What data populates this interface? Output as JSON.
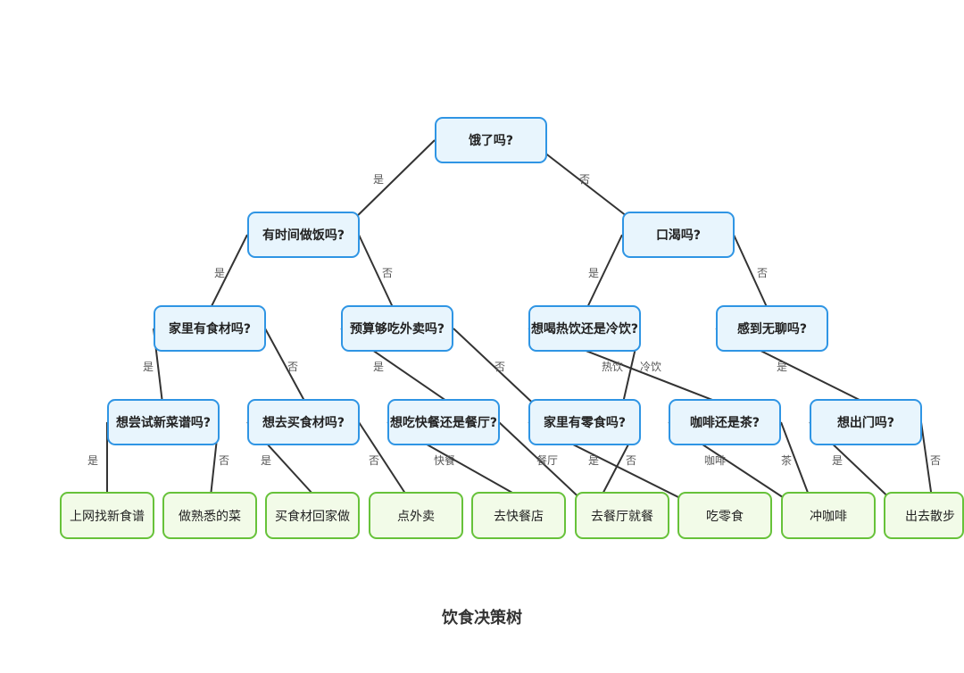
{
  "title": "饮食决策树",
  "colors": {
    "question_fill": "#e8f5fd",
    "question_border": "#2f95e4",
    "leaf_fill": "#f2fbe8",
    "leaf_border": "#67c23a",
    "edge": "#333333"
  },
  "nodes": {
    "hungry": "饿了吗?",
    "time_to_cook": "有时间做饭吗?",
    "thirsty": "口渴吗?",
    "ingredients_at_home": "家里有食材吗?",
    "budget_delivery": "预算够吃外卖吗?",
    "hot_or_cold": "想喝热饮还是冷饮?",
    "bored": "感到无聊吗?",
    "try_new_recipe": "想尝试新菜谱吗?",
    "buy_ingredients": "想去买食材吗?",
    "fastfood_or_restaurant": "想吃快餐还是餐厅?",
    "snacks_at_home": "家里有零食吗?",
    "coffee_or_tea": "咖啡还是茶?",
    "go_out": "想出门吗?",
    "leaf_find_recipe": "上网找新食谱",
    "leaf_familiar_dish": "做熟悉的菜",
    "leaf_buy_cook": "买食材回家做",
    "leaf_order_delivery": "点外卖",
    "leaf_fastfood": "去快餐店",
    "leaf_restaurant": "去餐厅就餐",
    "leaf_snack": "吃零食",
    "leaf_coffee": "冲咖啡",
    "leaf_walk": "出去散步"
  },
  "edge_labels": {
    "yes": "是",
    "no": "否",
    "hot": "热饮",
    "cold": "冷饮",
    "fastfood": "快餐",
    "restaurant": "餐厅",
    "coffee": "咖啡",
    "tea": "茶"
  }
}
